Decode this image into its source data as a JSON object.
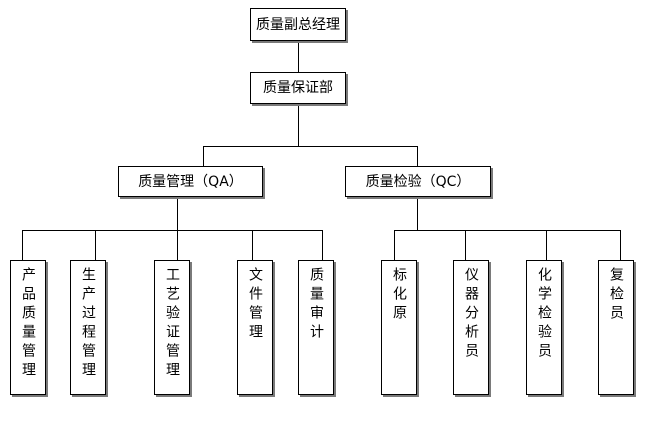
{
  "org_chart": {
    "root": {
      "label": "质量副总经理"
    },
    "department": {
      "label": "质量保证部"
    },
    "qa": {
      "label": "质量管理（QA）",
      "children": [
        "产品质量管理",
        "生产过程管理",
        "工艺验证管理",
        "文件管理",
        "质量审计"
      ]
    },
    "qc": {
      "label": "质量检验（QC）",
      "children": [
        "标化原",
        "仪器分析员",
        "化学检验员",
        "复检员"
      ]
    }
  },
  "colors": {
    "line": "#000000",
    "box_border": "#000000",
    "box_shadow": "#7a7a7a",
    "background": "#ffffff"
  }
}
